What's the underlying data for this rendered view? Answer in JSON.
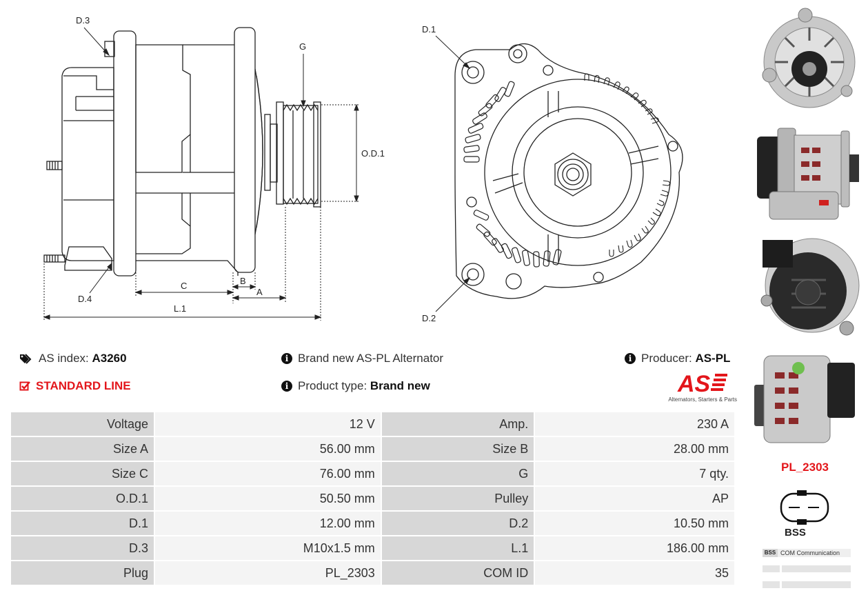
{
  "drawing": {
    "side_labels": {
      "d3": "D.3",
      "d4": "D.4",
      "g": "G",
      "od1": "O.D.1",
      "c": "C",
      "b": "B",
      "a": "A",
      "l1": "L.1"
    },
    "front_labels": {
      "d1": "D.1",
      "d2": "D.2"
    }
  },
  "info": {
    "as_index_label": "AS index:",
    "as_index_value": "A3260",
    "description": "Brand new AS-PL Alternator",
    "producer_label": "Producer:",
    "producer_value": "AS-PL",
    "line": "STANDARD LINE",
    "product_type_label": "Product type:",
    "product_type_value": "Brand new"
  },
  "logo": {
    "mark": "AS",
    "tagline": "Alternators, Starters & Parts"
  },
  "specs": [
    {
      "k1": "Voltage",
      "v1": "12 V",
      "k2": "Amp.",
      "v2": "230 A"
    },
    {
      "k1": "Size A",
      "v1": "56.00 mm",
      "k2": "Size B",
      "v2": "28.00 mm"
    },
    {
      "k1": "Size C",
      "v1": "76.00 mm",
      "k2": "G",
      "v2": "7 qty."
    },
    {
      "k1": "O.D.1",
      "v1": "50.50 mm",
      "k2": "Pulley",
      "v2": "AP"
    },
    {
      "k1": "D.1",
      "v1": "12.00 mm",
      "k2": "D.2",
      "v2": "10.50 mm"
    },
    {
      "k1": "D.3",
      "v1": "M10x1.5 mm",
      "k2": "L.1",
      "v2": "186.00 mm"
    },
    {
      "k1": "Plug",
      "v1": "PL_2303",
      "k2": "COM ID",
      "v2": "35"
    }
  ],
  "sidebar": {
    "plug_code": "PL_2303",
    "plug_type": "BSS",
    "com_tag": "BSS",
    "com_label": "COM Communication"
  },
  "colors": {
    "accent_red": "#e3161b",
    "key_cell": "#d7d7d7",
    "value_cell": "#f4f4f4"
  }
}
